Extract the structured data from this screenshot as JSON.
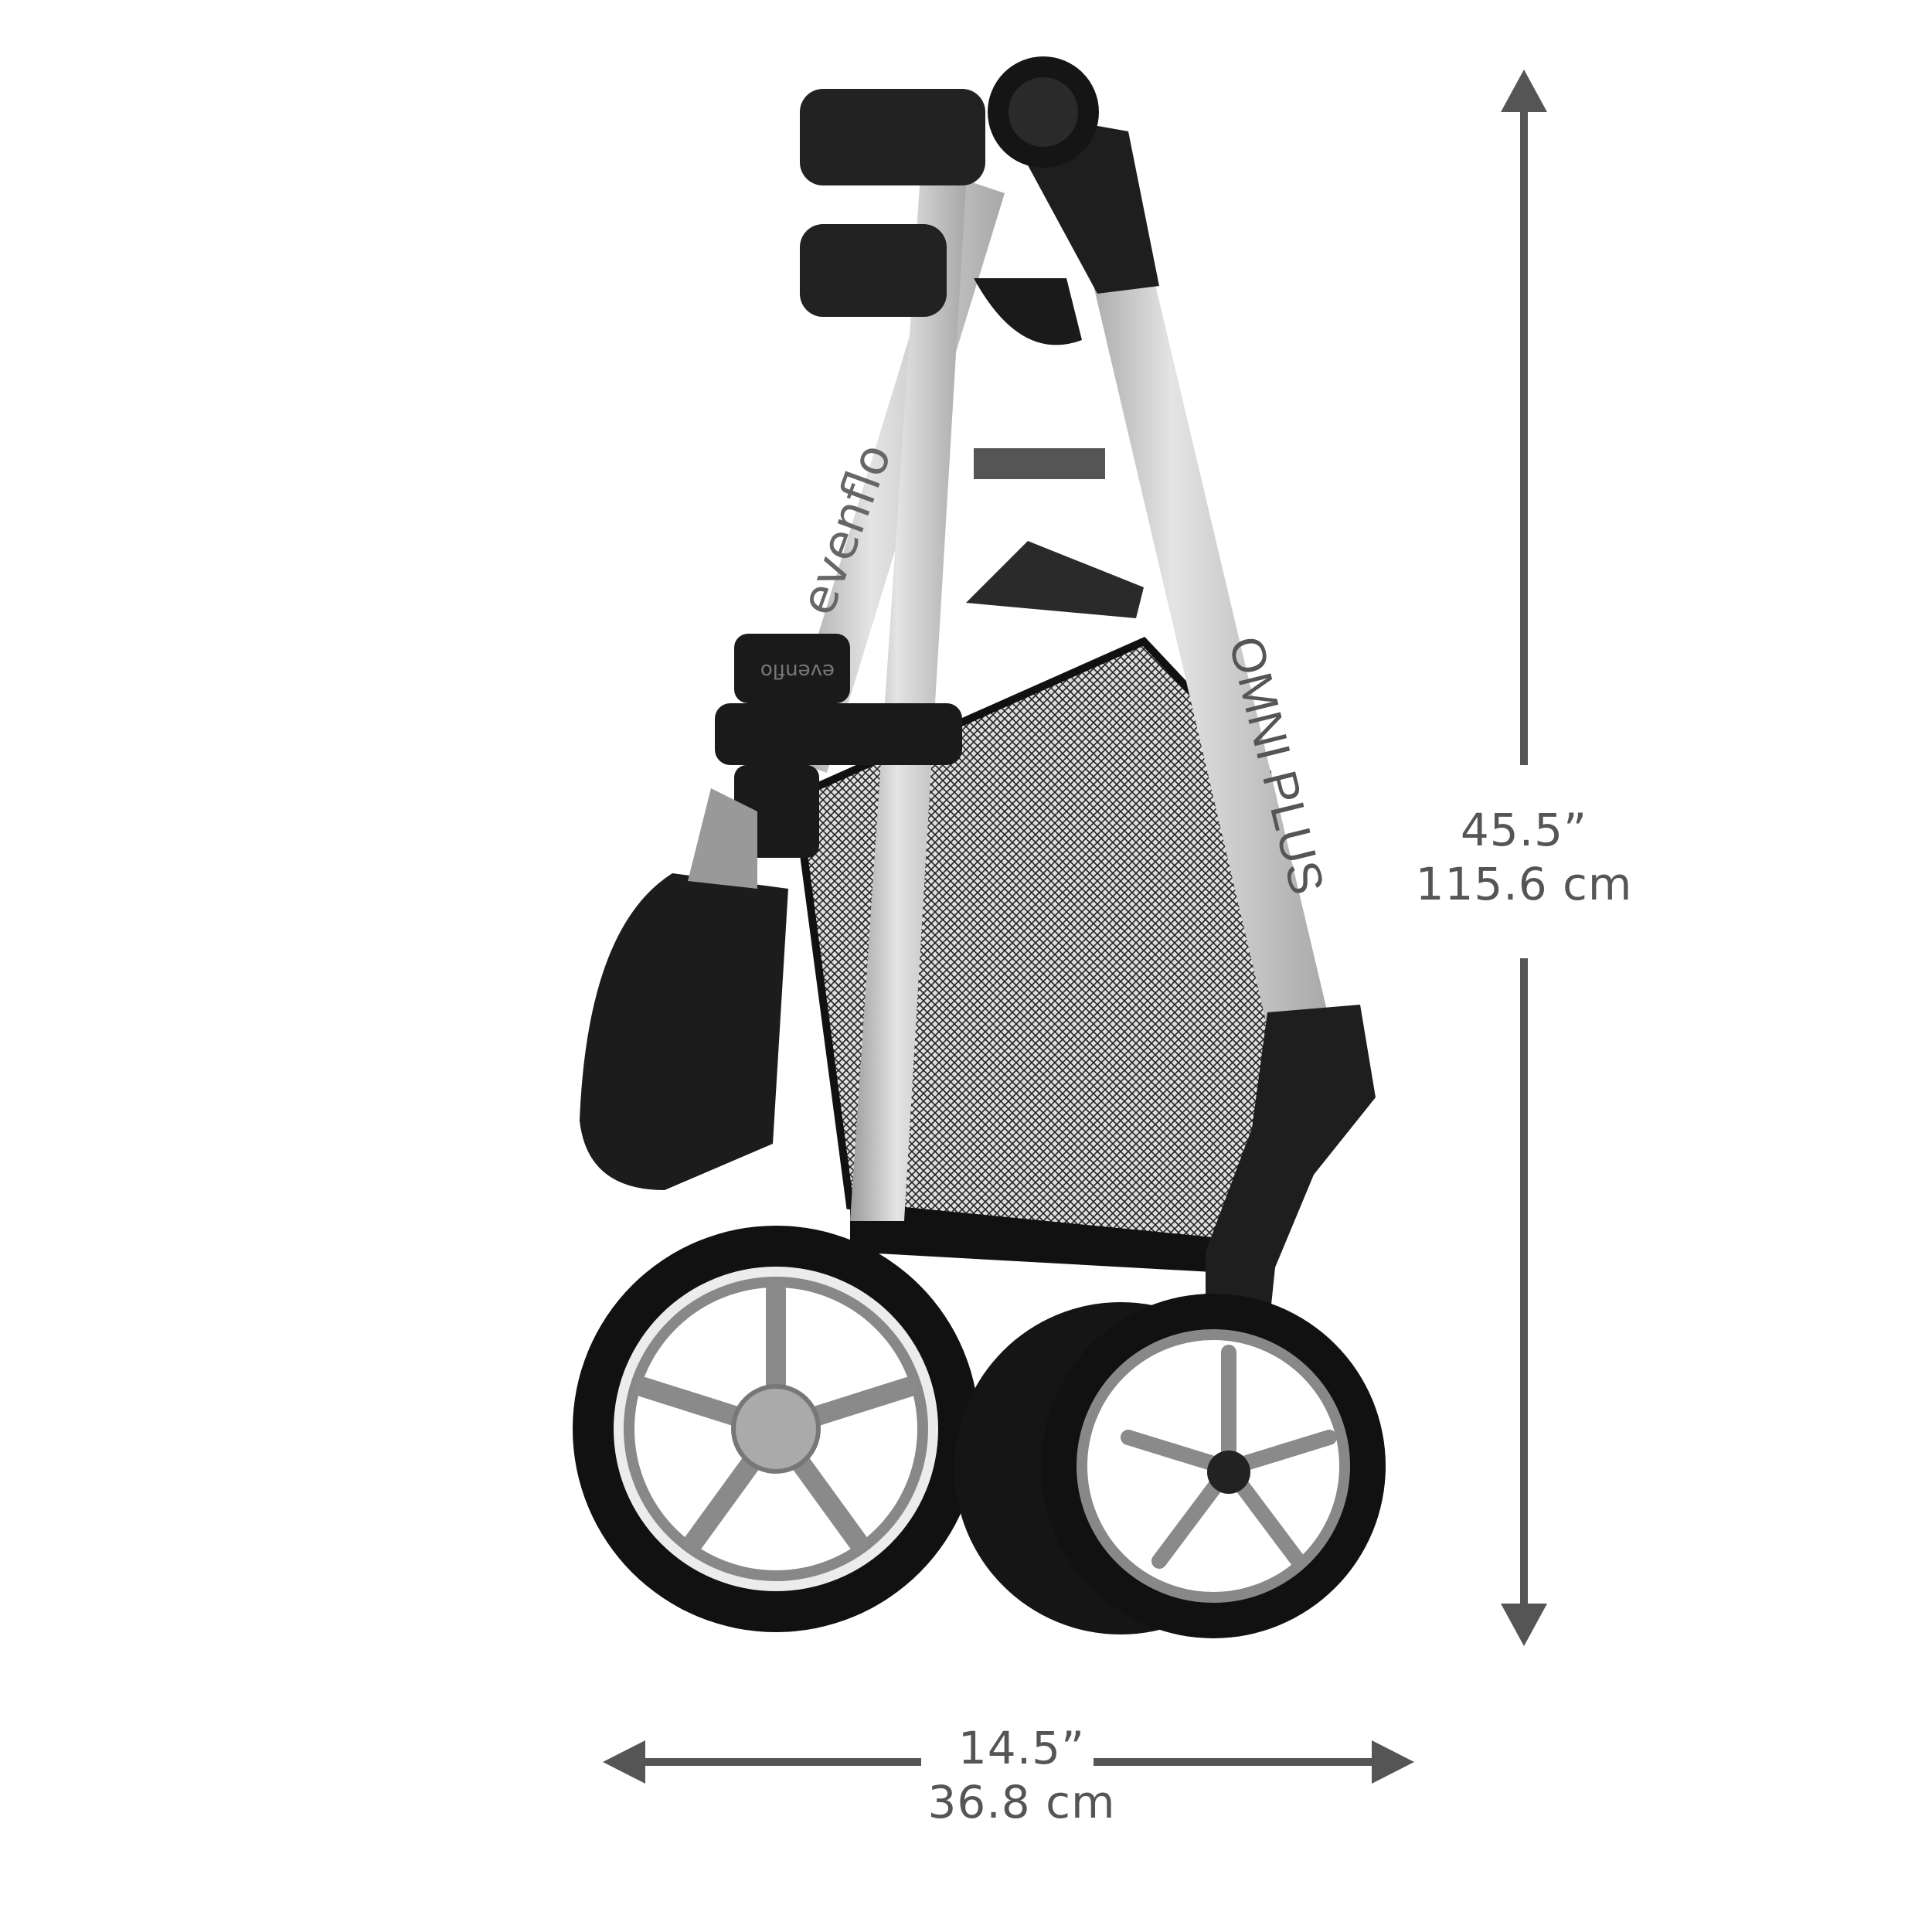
{
  "product": {
    "brand": "evenflo",
    "model": "OMNI PLUS",
    "clip_brand": "evenflo"
  },
  "dimensions": {
    "height": {
      "imperial": "45.5”",
      "metric": "115.6 cm"
    },
    "width": {
      "imperial": "14.5”",
      "metric": "36.8 cm"
    }
  },
  "colors": {
    "annotation": "#555555",
    "frame": "#c8c8c8",
    "plastic": "#1e1e1e"
  }
}
